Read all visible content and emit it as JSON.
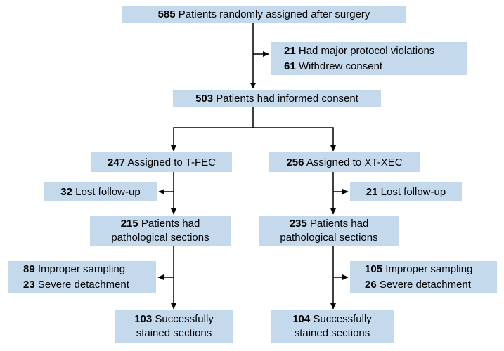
{
  "diagram": {
    "type": "patient-flow-consort",
    "colors": {
      "box_fill": "#c5d9ed",
      "line": "#000000",
      "text": "#000000",
      "background": "#ffffff"
    },
    "nodes": {
      "randomized": {
        "num": "585",
        "label": "Patients randomly assigned after surgery"
      },
      "protocol_exclusions": {
        "lines": [
          {
            "num": "21",
            "label": "Had major protocol violations"
          },
          {
            "num": "61",
            "label": "Withdrew consent"
          }
        ]
      },
      "informed_consent": {
        "num": "503",
        "label": "Patients had informed consent"
      },
      "assigned_tfec": {
        "num": "247",
        "label": "Assigned to T-FEC"
      },
      "assigned_xtxec": {
        "num": "256",
        "label": "Assigned to XT-XEC"
      },
      "lost_tfec": {
        "num": "32",
        "label": "Lost follow-up"
      },
      "lost_xtxec": {
        "num": "21",
        "label": "Lost follow-up"
      },
      "pathological_tfec": {
        "num": "215",
        "label": "Patients had pathological sections"
      },
      "pathological_xtxec": {
        "num": "235",
        "label": "Patients had pathological sections"
      },
      "section_exclusions_tfec": {
        "lines": [
          {
            "num": "89",
            "label": "Improper sampling"
          },
          {
            "num": "23",
            "label": "Severe detachment"
          }
        ]
      },
      "section_exclusions_xtxec": {
        "lines": [
          {
            "num": "105",
            "label": "Improper sampling"
          },
          {
            "num": "26",
            "label": "Severe detachment"
          }
        ]
      },
      "stained_tfec": {
        "num": "103",
        "label": "Successfully stained sections"
      },
      "stained_xtxec": {
        "num": "104",
        "label": "Successfully stained sections"
      }
    }
  }
}
